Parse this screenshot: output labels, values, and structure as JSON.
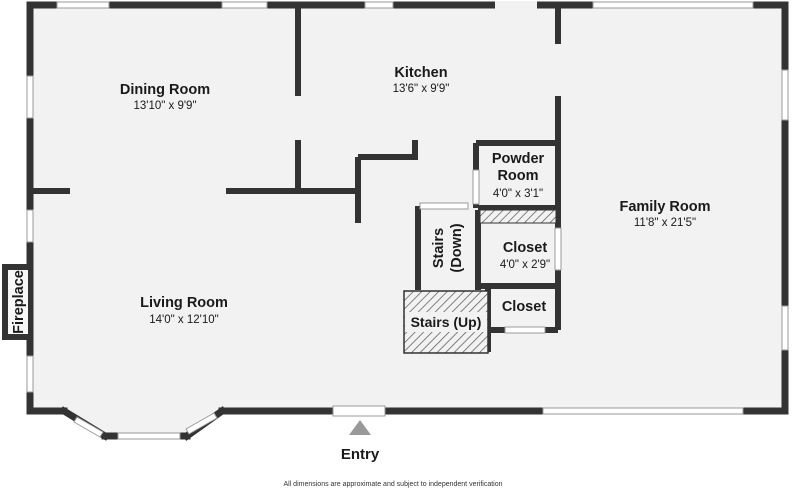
{
  "rooms": {
    "dining": {
      "name": "Dining Room",
      "dims": "13'10\" x 9'9\""
    },
    "kitchen": {
      "name": "Kitchen",
      "dims": "13'6\" x 9'9\""
    },
    "powder": {
      "name_line1": "Powder",
      "name_line2": "Room",
      "dims": "4'0\" x 3'1\""
    },
    "family": {
      "name": "Family Room",
      "dims": "11'8\" x 21'5\""
    },
    "living": {
      "name": "Living Room",
      "dims": "14'0\" x 12'10\""
    },
    "closet1": {
      "name": "Closet",
      "dims": "4'0\" x 2'9\""
    },
    "closet2": {
      "name": "Closet"
    }
  },
  "labels": {
    "stairs_down_line1": "Stairs",
    "stairs_down_line2": "(Down)",
    "stairs_up": "Stairs (Up)",
    "fireplace": "Fireplace",
    "entry": "Entry"
  },
  "footer": "All dimensions are approximate and subject to independent verification",
  "colors": {
    "wall": "#333333",
    "floor": "#f2f2f2",
    "window": "#ffffff"
  }
}
